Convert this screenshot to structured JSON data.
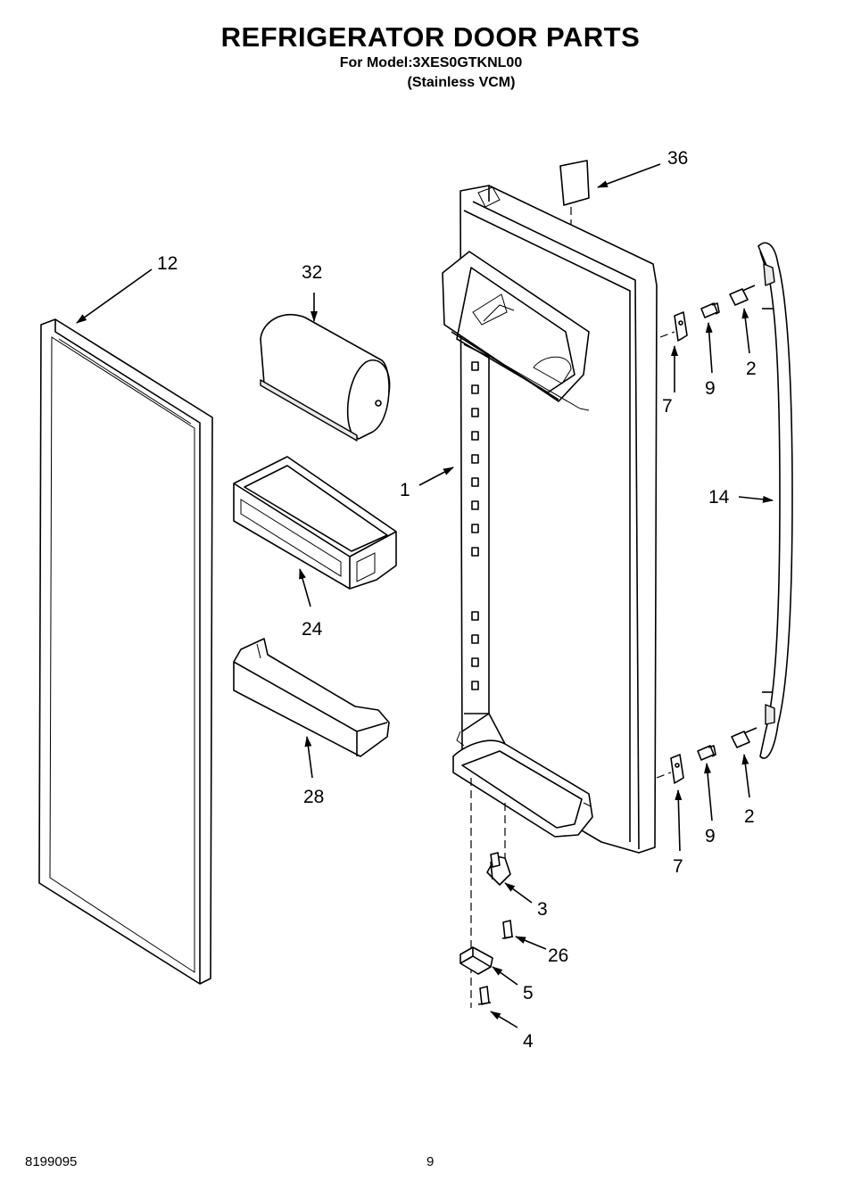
{
  "header": {
    "title": "REFRIGERATOR DOOR PARTS",
    "model_line": "For Model:3XES0GTKNL00",
    "variant_line": "(Stainless VCM)"
  },
  "callouts": {
    "c36": "36",
    "c12": "12",
    "c32": "32",
    "c1": "1",
    "c7a": "7",
    "c9a": "9",
    "c2a": "2",
    "c14": "14",
    "c24": "24",
    "c28": "28",
    "c7b": "7",
    "c9b": "9",
    "c2b": "2",
    "c3": "3",
    "c26": "26",
    "c5": "5",
    "c4": "4"
  },
  "footer": {
    "doc_number": "8199095",
    "page_number": "9"
  }
}
